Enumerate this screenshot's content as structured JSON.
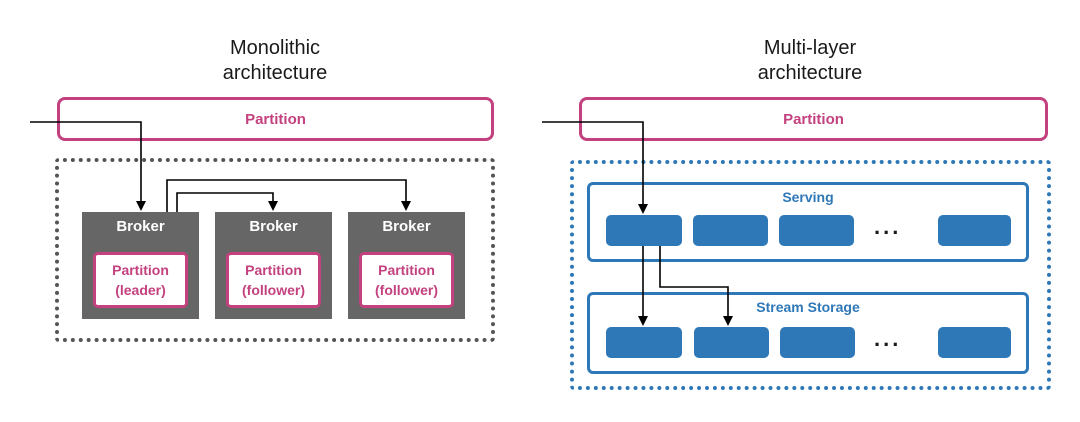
{
  "left": {
    "title_line1": "Monolithic",
    "title_line2": "architecture",
    "partition_label": "Partition",
    "brokers": [
      {
        "label": "Broker",
        "part_line1": "Partition",
        "part_line2": "(leader)"
      },
      {
        "label": "Broker",
        "part_line1": "Partition",
        "part_line2": "(follower)"
      },
      {
        "label": "Broker",
        "part_line1": "Partition",
        "part_line2": "(follower)"
      }
    ]
  },
  "right": {
    "title_line1": "Multi-layer",
    "title_line2": "architecture",
    "partition_label": "Partition",
    "serving_label": "Serving",
    "storage_label": "Stream Storage",
    "ellipsis": "..."
  },
  "colors": {
    "partition": "#c4417f",
    "broker": "#666666",
    "layer": "#2f78b8",
    "arrow": "#000000"
  }
}
